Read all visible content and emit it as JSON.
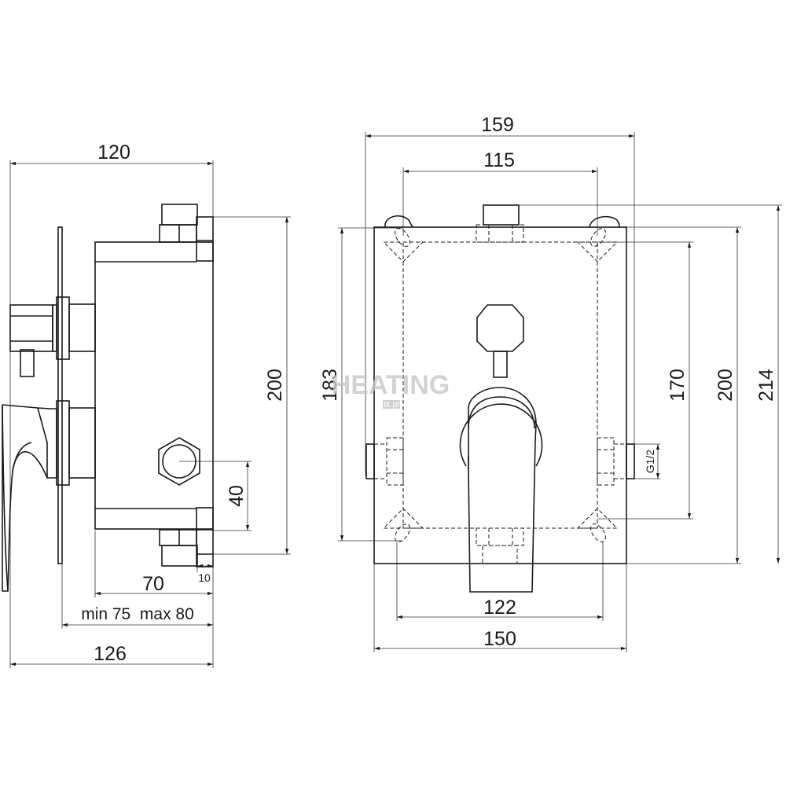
{
  "title": "Concealed shower mixer technical drawing",
  "side_view": {
    "dims": {
      "width_top": "120",
      "height": "200",
      "outlet_offset": "40",
      "depth": "70",
      "offset_small": "10",
      "install_depth": "min 75  max 80",
      "total_depth": "126"
    }
  },
  "front_view": {
    "dims": {
      "width_outer": "159",
      "width_inner": "115",
      "height_left": "183",
      "height_inner": "170",
      "height_plate": "200",
      "height_total": "214",
      "thread": "G1/2",
      "hole_spacing": "122",
      "plate_width": "150"
    }
  },
  "watermark": {
    "brand": "HEATING",
    "sub": "tk.pl"
  }
}
